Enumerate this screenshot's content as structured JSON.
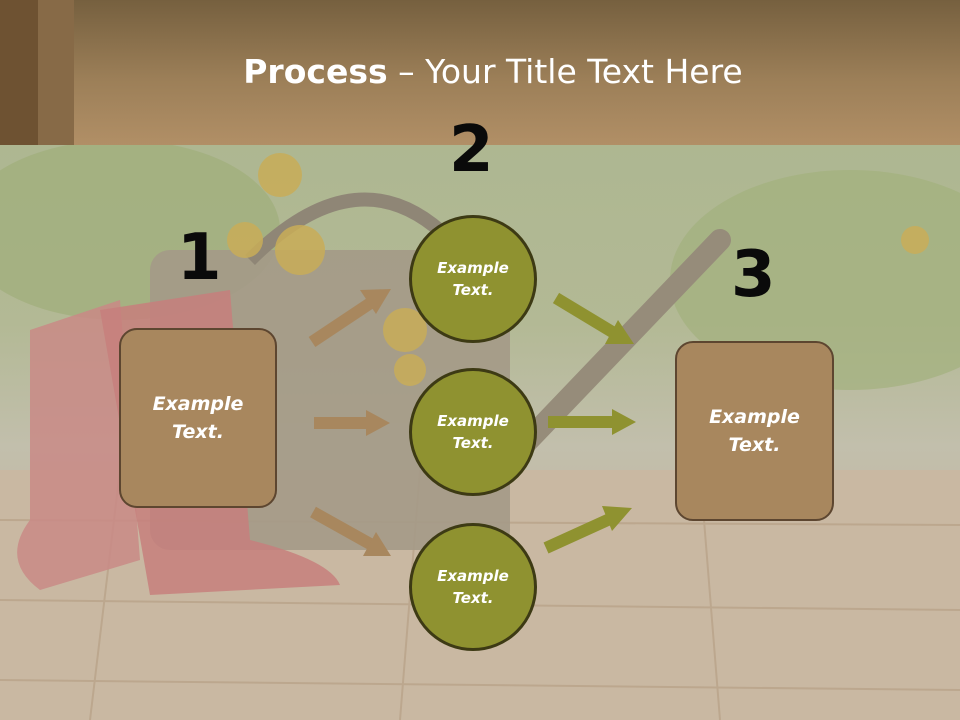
{
  "slide": {
    "title_bold": "Process",
    "title_rest": " – Your Title Text Here"
  },
  "steps": {
    "step1": {
      "number": "1",
      "text": "Example Text."
    },
    "step2": {
      "number": "2"
    },
    "step3": {
      "number": "3",
      "text": "Example Text."
    }
  },
  "circles": [
    {
      "text": "Example Text."
    },
    {
      "text": "Example Text."
    },
    {
      "text": "Example Text."
    }
  ],
  "colors": {
    "box_fill": "#a8875e",
    "circle_fill": "#8f9230",
    "arrow_tan": "#a8875e",
    "arrow_olive": "#8f9230"
  }
}
